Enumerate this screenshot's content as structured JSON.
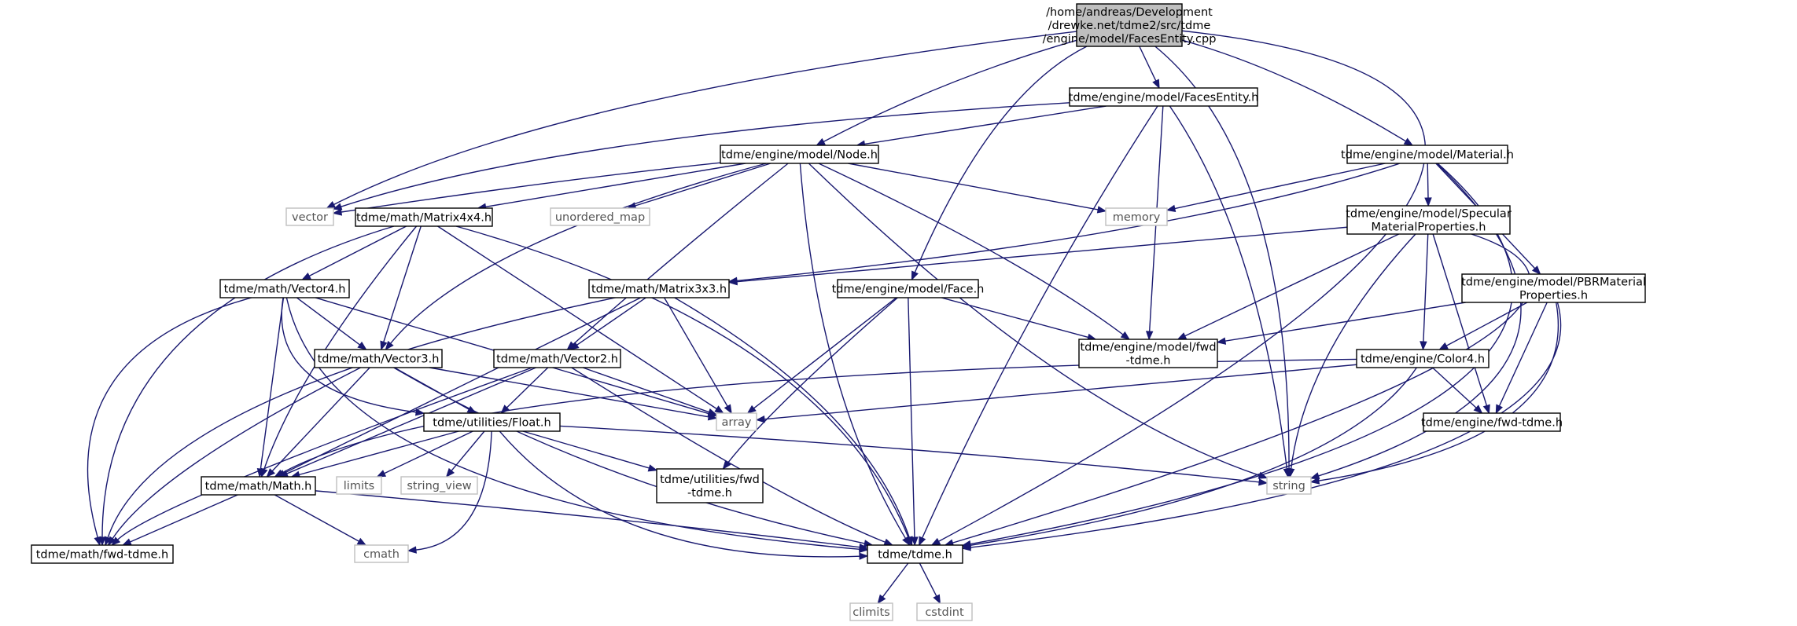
{
  "colors": {
    "edge": "#191970",
    "root_fill": "#bfbfbf",
    "node_border": "#000000",
    "external_border": "#bfbfbf",
    "external_text": "#555555"
  },
  "nodes": [
    {
      "id": "root",
      "kind": "root",
      "lines": [
        "/home/andreas/Development",
        "/drewke.net/tdme2/src/tdme",
        "/engine/model/FacesEntity.cpp"
      ]
    },
    {
      "id": "facesentity_h",
      "kind": "internal",
      "lines": [
        "tdme/engine/model/FacesEntity.h"
      ]
    },
    {
      "id": "node_h",
      "kind": "internal",
      "lines": [
        "tdme/engine/model/Node.h"
      ]
    },
    {
      "id": "material_h",
      "kind": "internal",
      "lines": [
        "tdme/engine/model/Material.h"
      ]
    },
    {
      "id": "vector",
      "kind": "external",
      "lines": [
        "vector"
      ]
    },
    {
      "id": "matrix4x4_h",
      "kind": "internal",
      "lines": [
        "tdme/math/Matrix4x4.h"
      ]
    },
    {
      "id": "unordered_map",
      "kind": "external",
      "lines": [
        "unordered_map"
      ]
    },
    {
      "id": "memory",
      "kind": "external",
      "lines": [
        "memory"
      ]
    },
    {
      "id": "specular_h",
      "kind": "internal",
      "lines": [
        "tdme/engine/model/Specular",
        "MaterialProperties.h"
      ]
    },
    {
      "id": "pbr_h",
      "kind": "internal",
      "lines": [
        "tdme/engine/model/PBRMaterial",
        "Properties.h"
      ]
    },
    {
      "id": "vector4_h",
      "kind": "internal",
      "lines": [
        "tdme/math/Vector4.h"
      ]
    },
    {
      "id": "matrix3x3_h",
      "kind": "internal",
      "lines": [
        "tdme/math/Matrix3x3.h"
      ]
    },
    {
      "id": "face_h",
      "kind": "internal",
      "lines": [
        "tdme/engine/model/Face.h"
      ]
    },
    {
      "id": "model_fwd_h",
      "kind": "internal",
      "lines": [
        "tdme/engine/model/fwd",
        "-tdme.h"
      ]
    },
    {
      "id": "vector3_h",
      "kind": "internal",
      "lines": [
        "tdme/math/Vector3.h"
      ]
    },
    {
      "id": "vector2_h",
      "kind": "internal",
      "lines": [
        "tdme/math/Vector2.h"
      ]
    },
    {
      "id": "color4_h",
      "kind": "internal",
      "lines": [
        "tdme/engine/Color4.h"
      ]
    },
    {
      "id": "array",
      "kind": "external",
      "lines": [
        "array"
      ]
    },
    {
      "id": "engine_fwd_h",
      "kind": "internal",
      "lines": [
        "tdme/engine/fwd-tdme.h"
      ]
    },
    {
      "id": "float_h",
      "kind": "internal",
      "lines": [
        "tdme/utilities/Float.h"
      ]
    },
    {
      "id": "math_h",
      "kind": "internal",
      "lines": [
        "tdme/math/Math.h"
      ]
    },
    {
      "id": "limits",
      "kind": "external",
      "lines": [
        "limits"
      ]
    },
    {
      "id": "string_view",
      "kind": "external",
      "lines": [
        "string_view"
      ]
    },
    {
      "id": "utilities_fwd_h",
      "kind": "internal",
      "lines": [
        "tdme/utilities/fwd",
        "-tdme.h"
      ]
    },
    {
      "id": "string",
      "kind": "external",
      "lines": [
        "string"
      ]
    },
    {
      "id": "math_fwd_h",
      "kind": "internal",
      "lines": [
        "tdme/math/fwd-tdme.h"
      ]
    },
    {
      "id": "cmath",
      "kind": "external",
      "lines": [
        "cmath"
      ]
    },
    {
      "id": "tdme_h",
      "kind": "internal",
      "lines": [
        "tdme/tdme.h"
      ]
    },
    {
      "id": "climits",
      "kind": "external",
      "lines": [
        "climits"
      ]
    },
    {
      "id": "cstdint",
      "kind": "external",
      "lines": [
        "cstdint"
      ]
    }
  ],
  "edges": [
    [
      "root",
      "facesentity_h"
    ],
    [
      "root",
      "node_h"
    ],
    [
      "root",
      "material_h"
    ],
    [
      "root",
      "vector"
    ],
    [
      "root",
      "face_h"
    ],
    [
      "root",
      "string"
    ],
    [
      "root",
      "tdme_h"
    ],
    [
      "facesentity_h",
      "node_h"
    ],
    [
      "facesentity_h",
      "vector"
    ],
    [
      "facesentity_h",
      "model_fwd_h"
    ],
    [
      "facesentity_h",
      "string"
    ],
    [
      "facesentity_h",
      "tdme_h"
    ],
    [
      "node_h",
      "vector"
    ],
    [
      "node_h",
      "matrix4x4_h"
    ],
    [
      "node_h",
      "unordered_map"
    ],
    [
      "node_h",
      "memory"
    ],
    [
      "node_h",
      "vector3_h"
    ],
    [
      "node_h",
      "vector2_h"
    ],
    [
      "node_h",
      "model_fwd_h"
    ],
    [
      "node_h",
      "string"
    ],
    [
      "node_h",
      "tdme_h"
    ],
    [
      "material_h",
      "memory"
    ],
    [
      "material_h",
      "specular_h"
    ],
    [
      "material_h",
      "pbr_h"
    ],
    [
      "material_h",
      "matrix3x3_h"
    ],
    [
      "material_h",
      "string"
    ],
    [
      "material_h",
      "tdme_h"
    ],
    [
      "specular_h",
      "matrix3x3_h"
    ],
    [
      "specular_h",
      "color4_h"
    ],
    [
      "specular_h",
      "model_fwd_h"
    ],
    [
      "specular_h",
      "engine_fwd_h"
    ],
    [
      "specular_h",
      "string"
    ],
    [
      "specular_h",
      "tdme_h"
    ],
    [
      "pbr_h",
      "color4_h"
    ],
    [
      "pbr_h",
      "model_fwd_h"
    ],
    [
      "pbr_h",
      "engine_fwd_h"
    ],
    [
      "pbr_h",
      "string"
    ],
    [
      "pbr_h",
      "tdme_h"
    ],
    [
      "matrix4x4_h",
      "vector4_h"
    ],
    [
      "matrix4x4_h",
      "vector3_h"
    ],
    [
      "matrix4x4_h",
      "math_h"
    ],
    [
      "matrix4x4_h",
      "array"
    ],
    [
      "matrix4x4_h",
      "math_fwd_h"
    ],
    [
      "matrix4x4_h",
      "tdme_h"
    ],
    [
      "vector4_h",
      "vector3_h"
    ],
    [
      "vector4_h",
      "float_h"
    ],
    [
      "vector4_h",
      "math_h"
    ],
    [
      "vector4_h",
      "array"
    ],
    [
      "vector4_h",
      "math_fwd_h"
    ],
    [
      "vector4_h",
      "tdme_h"
    ],
    [
      "matrix3x3_h",
      "vector2_h"
    ],
    [
      "matrix3x3_h",
      "math_h"
    ],
    [
      "matrix3x3_h",
      "array"
    ],
    [
      "matrix3x3_h",
      "math_fwd_h"
    ],
    [
      "matrix3x3_h",
      "tdme_h"
    ],
    [
      "face_h",
      "model_fwd_h"
    ],
    [
      "face_h",
      "array"
    ],
    [
      "face_h",
      "utilities_fwd_h"
    ],
    [
      "face_h",
      "tdme_h"
    ],
    [
      "vector3_h",
      "float_h"
    ],
    [
      "vector3_h",
      "math_h"
    ],
    [
      "vector3_h",
      "array"
    ],
    [
      "vector3_h",
      "math_fwd_h"
    ],
    [
      "vector3_h",
      "tdme_h"
    ],
    [
      "vector2_h",
      "float_h"
    ],
    [
      "vector2_h",
      "math_h"
    ],
    [
      "vector2_h",
      "array"
    ],
    [
      "vector2_h",
      "math_fwd_h"
    ],
    [
      "vector2_h",
      "tdme_h"
    ],
    [
      "color4_h",
      "array"
    ],
    [
      "color4_h",
      "engine_fwd_h"
    ],
    [
      "color4_h",
      "math_h"
    ],
    [
      "color4_h",
      "tdme_h"
    ],
    [
      "float_h",
      "math_h"
    ],
    [
      "float_h",
      "limits"
    ],
    [
      "float_h",
      "string_view"
    ],
    [
      "float_h",
      "cmath"
    ],
    [
      "float_h",
      "utilities_fwd_h"
    ],
    [
      "float_h",
      "string"
    ],
    [
      "float_h",
      "tdme_h"
    ],
    [
      "math_h",
      "math_fwd_h"
    ],
    [
      "math_h",
      "cmath"
    ],
    [
      "math_h",
      "tdme_h"
    ],
    [
      "tdme_h",
      "climits"
    ],
    [
      "tdme_h",
      "cstdint"
    ]
  ]
}
